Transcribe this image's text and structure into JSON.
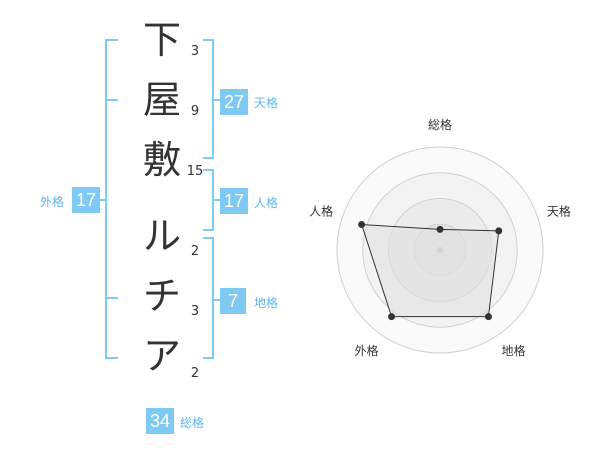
{
  "name": {
    "chars": [
      {
        "char": "下",
        "strokes": "3"
      },
      {
        "char": "屋",
        "strokes": "9"
      },
      {
        "char": "敷",
        "strokes": "15"
      },
      {
        "char": "ル",
        "strokes": "2"
      },
      {
        "char": "チ",
        "strokes": "3"
      },
      {
        "char": "ア",
        "strokes": "2"
      }
    ]
  },
  "kakaku": {
    "tenkaku": {
      "value": "27",
      "label": "天格"
    },
    "jinkaku": {
      "value": "17",
      "label": "人格"
    },
    "chikaku": {
      "value": "7",
      "label": "地格"
    },
    "gaikaku": {
      "value": "17",
      "label": "外格"
    },
    "soukaku": {
      "value": "34",
      "label": "総格"
    }
  },
  "colors": {
    "bracket": "#7fcaf2",
    "box": "#7fcaf2",
    "label": "#5fb6e9",
    "radar_fill": "#ececec",
    "radar_stroke": "#333333"
  },
  "chart_data": {
    "type": "radar",
    "axes": [
      "総格",
      "天格",
      "地格",
      "外格",
      "人格"
    ],
    "values": [
      1,
      3,
      4,
      4,
      4
    ],
    "rmax": 5,
    "rings": 4
  }
}
